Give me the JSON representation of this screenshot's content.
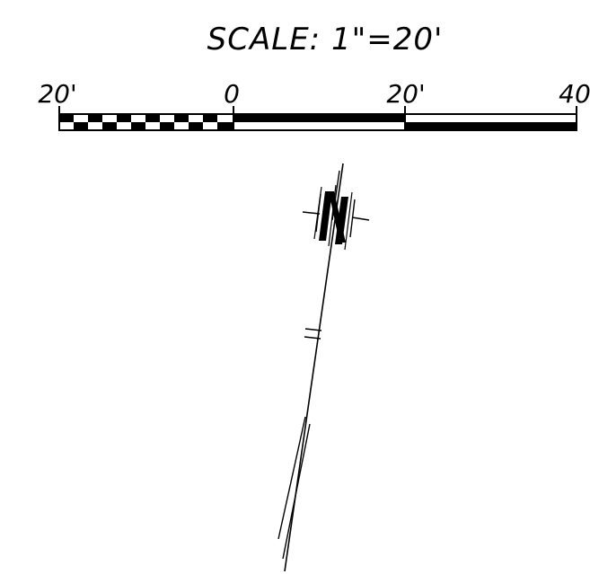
{
  "scale": {
    "title": "SCALE: 1\"=20'",
    "labels": [
      "20'",
      "0",
      "20'",
      "40"
    ]
  },
  "north_arrow": {
    "letter": "N"
  },
  "colors": {
    "ink": "#000000",
    "paper": "#ffffff"
  }
}
